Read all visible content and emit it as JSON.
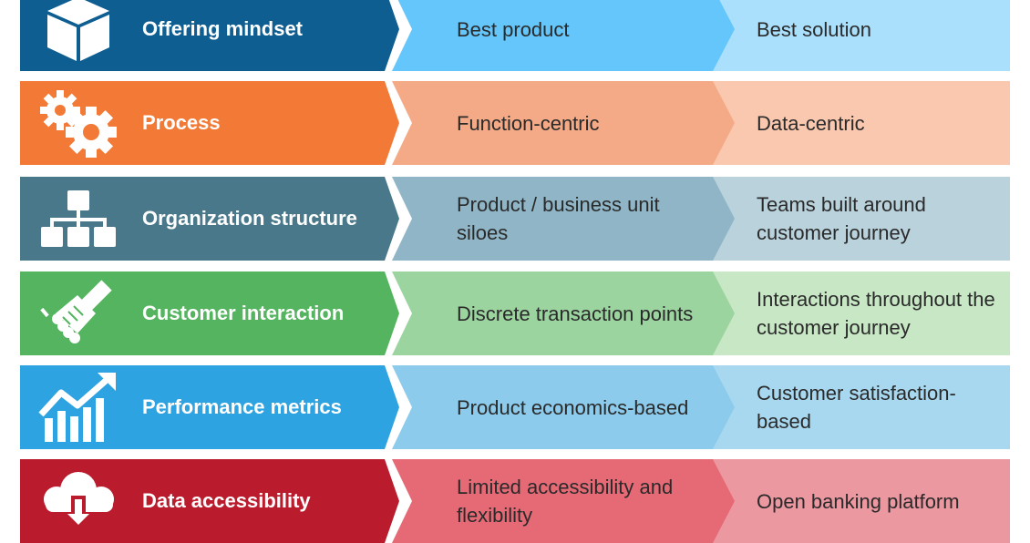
{
  "rows": [
    {
      "label": "Offering mindset",
      "from": "Best product",
      "to": "Best solution",
      "icon": "cube-icon",
      "colors": {
        "main": "#0E5E92",
        "mid": "#64C6FA",
        "light": "#ABE0FD"
      }
    },
    {
      "label": "Process",
      "from": "Function-centric",
      "to": "Data-centric",
      "icon": "gears-icon",
      "colors": {
        "main": "#F27A36",
        "mid": "#F4AA86",
        "light": "#F9C8AF"
      }
    },
    {
      "label": "Organization structure",
      "from": "Product / business unit siloes",
      "to": "Teams built around customer journey",
      "icon": "org-chart-icon",
      "colors": {
        "main": "#4A788B",
        "mid": "#8FB5C6",
        "light": "#B9D2DC"
      }
    },
    {
      "label": "Customer interaction",
      "from": "Discrete transaction points",
      "to": "Interactions throughout the customer journey",
      "icon": "handshake-icon",
      "colors": {
        "main": "#55B45F",
        "mid": "#9CD49F",
        "light": "#C7E7C5"
      }
    },
    {
      "label": "Performance metrics",
      "from": "Product economics-based",
      "to": "Customer satisfaction-based",
      "icon": "growth-chart-icon",
      "colors": {
        "main": "#2EA3E1",
        "mid": "#8CCBEB",
        "light": "#A8D8F0"
      }
    },
    {
      "label": "Data accessibility",
      "from": "Limited accessibility and flexibility",
      "to": "Open banking platform",
      "icon": "cloud-download-icon",
      "colors": {
        "main": "#BA1C2D",
        "mid": "#E66A76",
        "light": "#EC98A1"
      }
    }
  ]
}
